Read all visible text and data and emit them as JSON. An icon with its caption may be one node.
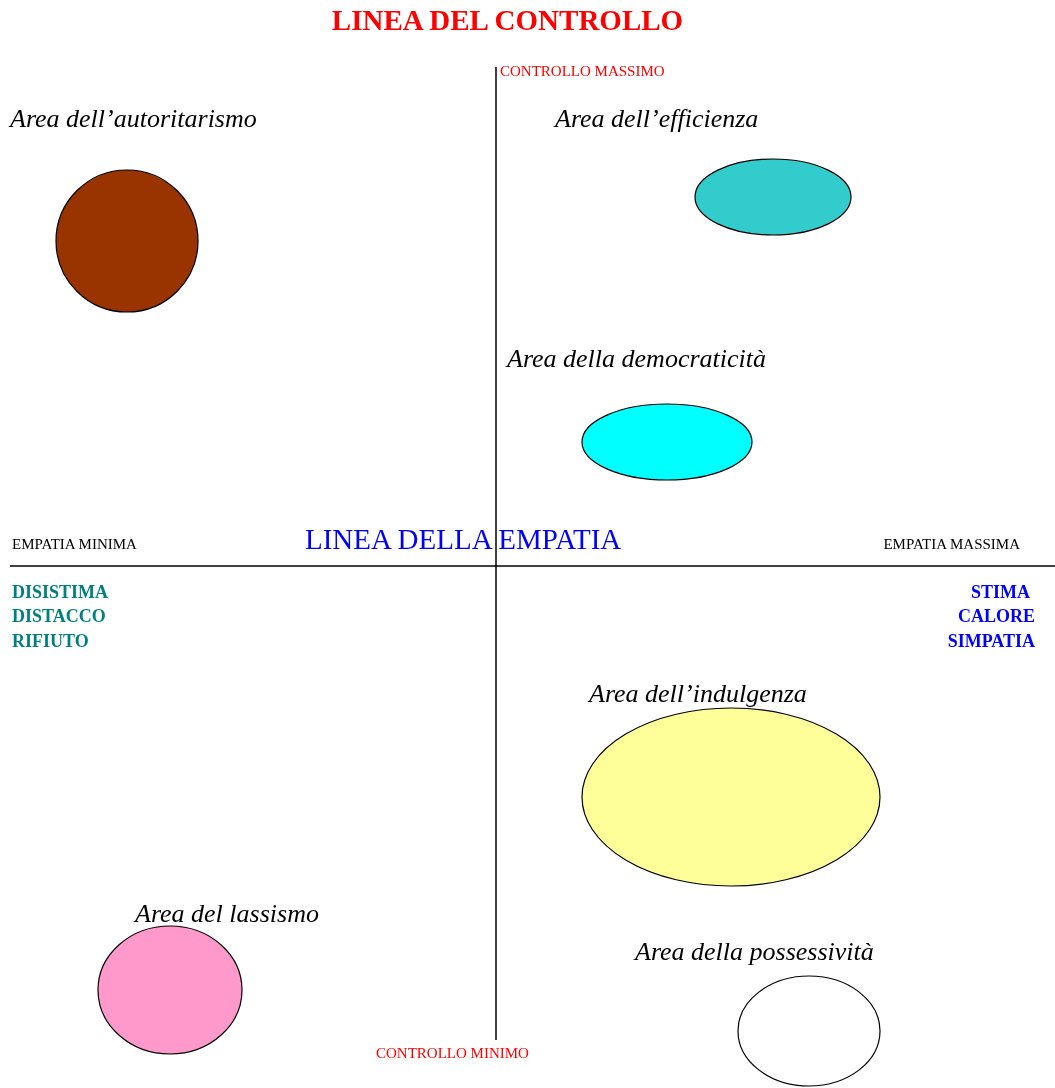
{
  "diagram": {
    "title": "LINEA DEL CONTROLLO",
    "nodes": [
      {
        "text": [
          "Area dell’autoritarismo"
        ]
      },
      {
        "text": [
          "Area dell’efficienza"
        ]
      },
      {
        "text": [
          "Area della democraticità"
        ]
      },
      {
        "text": [
          "Area dell’indulgenza"
        ]
      },
      {
        "text": [
          "Area del lassismo"
        ]
      },
      {
        "text": [
          "Area della possessività"
        ]
      }
    ],
    "labels": [
      "CONTROLLO MASSIMO",
      "EMPATIA MINIMA",
      "LINEA DELLA EMPATIA",
      "EMPATIA MASSIMA",
      "DISISTIMA",
      "STIMA",
      "DISTACCO",
      "CALORE",
      "RIFIUTO",
      "SIMPATIA",
      "CONTROLLO MINIMO"
    ]
  }
}
